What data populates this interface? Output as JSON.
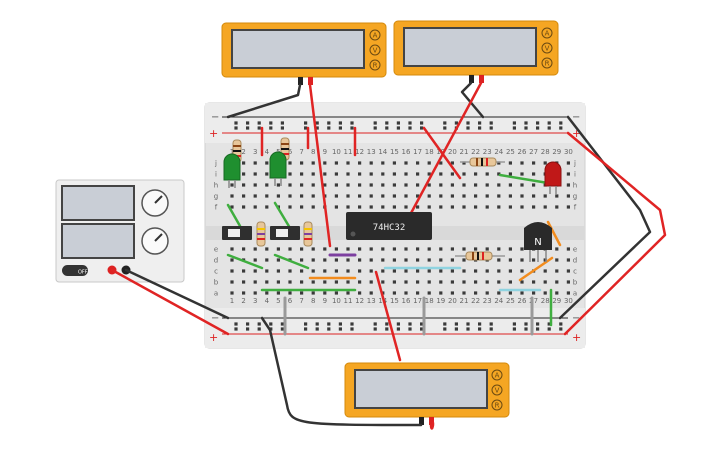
{
  "breadboard": {
    "rail_top_minus": "−",
    "rail_top_plus": "+",
    "rail_bottom_minus": "−",
    "rail_bottom_plus": "+",
    "row_letters_top": [
      "j",
      "i",
      "h",
      "g",
      "f"
    ],
    "row_letters_bottom": [
      "e",
      "d",
      "c",
      "b",
      "a"
    ],
    "column_numbers": [
      "1",
      "2",
      "3",
      "4",
      "5",
      "6",
      "7",
      "8",
      "9",
      "10",
      "11",
      "12",
      "13",
      "14",
      "15",
      "16",
      "17",
      "18",
      "19",
      "20",
      "21",
      "22",
      "23",
      "24",
      "25",
      "26",
      "27",
      "28",
      "29",
      "30"
    ]
  },
  "chip": {
    "label": "74HC32"
  },
  "transistor": {
    "label": "N"
  },
  "multimeters": [
    {
      "mode_a": "A",
      "mode_v": "V",
      "mode_r": "R"
    },
    {
      "mode_a": "A",
      "mode_v": "V",
      "mode_r": "R"
    },
    {
      "mode_a": "A",
      "mode_v": "V",
      "mode_r": "R"
    }
  ],
  "power_supply": {
    "off_label": "OFF"
  },
  "colors": {
    "breadboard": "#e6e6e6",
    "meter_body": "#f5a623",
    "meter_screen": "#c9ced6",
    "wire_red": "#e02424",
    "wire_black": "#333333",
    "wire_green": "#3fae3f",
    "wire_orange": "#f28c1e",
    "wire_purple": "#7d3fa0",
    "wire_gray": "#9a9a9a",
    "wire_lightblue": "#8fd3e0",
    "led_green": "#1f8f2f",
    "led_red": "#c01818",
    "chip_body": "#2a2a2a"
  }
}
